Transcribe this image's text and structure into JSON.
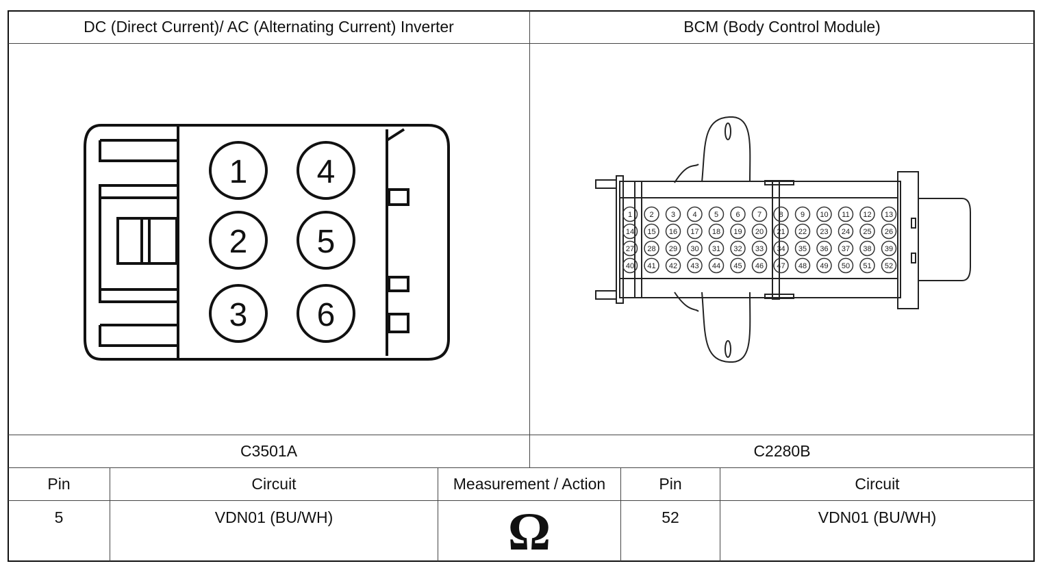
{
  "header": {
    "left_title": "DC (Direct Current)/ AC (Alternating Current) Inverter",
    "right_title": "BCM (Body Control Module)"
  },
  "connectors": {
    "left_id": "C3501A",
    "right_id": "C2280B",
    "left_pins": [
      "1",
      "4",
      "2",
      "5",
      "3",
      "6"
    ],
    "right_pins": [
      "1",
      "2",
      "3",
      "4",
      "5",
      "6",
      "7",
      "8",
      "9",
      "10",
      "11",
      "12",
      "13",
      "14",
      "15",
      "16",
      "17",
      "18",
      "19",
      "20",
      "21",
      "22",
      "23",
      "24",
      "25",
      "26",
      "27",
      "28",
      "29",
      "30",
      "31",
      "32",
      "33",
      "34",
      "35",
      "36",
      "37",
      "38",
      "39",
      "40",
      "41",
      "42",
      "43",
      "44",
      "45",
      "46",
      "47",
      "48",
      "49",
      "50",
      "51",
      "52"
    ]
  },
  "table": {
    "columns": [
      "Pin",
      "Circuit",
      "Measurement / Action",
      "Pin",
      "Circuit"
    ],
    "row": {
      "pin_a": "5",
      "circuit_a": "VDN01 (BU/WH)",
      "measurement": "Ω",
      "pin_b": "52",
      "circuit_b": "VDN01 (BU/WH)"
    }
  }
}
